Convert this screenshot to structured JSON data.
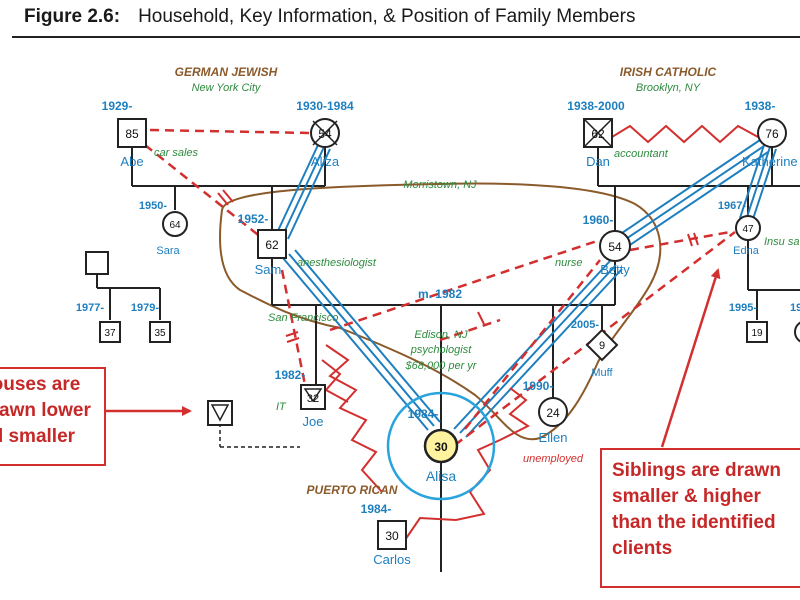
{
  "figure": {
    "number": "Figure 2.6:",
    "title": "Household, Key Information, & Position of Family Members"
  },
  "origins": {
    "german_jewish": "GERMAN JEWISH",
    "new_york_city": "New York City",
    "irish_catholic": "IRISH CATHOLIC",
    "brooklyn": "Brooklyn, NY",
    "puerto_rican": "PUERTO RICAN"
  },
  "people": {
    "abe": {
      "name": "Abe",
      "years": "1929-",
      "age": "85",
      "note": "car sales"
    },
    "aliza": {
      "name": "Aliza",
      "years": "1930-1984",
      "age": "54"
    },
    "dan": {
      "name": "Dan",
      "years": "1938-2000",
      "age": "62",
      "note": "accountant"
    },
    "katherine": {
      "name": "Katherine",
      "years": "1938-",
      "age": "76"
    },
    "sara": {
      "name": "Sara",
      "years": "1950-",
      "age": "64"
    },
    "sam": {
      "name": "Sam",
      "years": "1952-",
      "age": "62",
      "note": "anesthesiologist",
      "place": "San Francisco"
    },
    "betty": {
      "name": "Betty",
      "years": "1960-",
      "age": "54",
      "note": "nurse"
    },
    "edna": {
      "name": "Edna",
      "years": "1967-",
      "age": "47",
      "note": "Insu sa"
    },
    "child1977": {
      "years": "1977-",
      "age": "37"
    },
    "child1979": {
      "years": "1979-",
      "age": "35"
    },
    "joe": {
      "name": "Joe",
      "years": "1982-",
      "age": "32",
      "note": "IT"
    },
    "alisa": {
      "name": "Alisa",
      "years": "1984-",
      "age": "30",
      "note1": "Edison, NJ",
      "note2": "psychologist",
      "note3": "$68,000 per yr"
    },
    "ellen": {
      "name": "Ellen",
      "years": "1990-",
      "age": "24",
      "note": "unemployed"
    },
    "muff": {
      "name": "Muff",
      "years": "2005-",
      "age": "9"
    },
    "carlos": {
      "name": "Carlos",
      "years": "1984-",
      "age": "30"
    },
    "edna_child1": {
      "years": "1995-",
      "age": "19"
    },
    "edna_child2": {
      "years": "199"
    }
  },
  "places": {
    "morristown": "Morristown, NJ"
  },
  "marriage": "m. 1982",
  "callouts": {
    "spouses": [
      "pouses are",
      "drawn lower",
      "nd smaller"
    ],
    "siblings": [
      "Siblings are drawn",
      "smaller & higher",
      "than the identified",
      "clients"
    ]
  },
  "colors": {
    "blue": "#1e7fbf",
    "red": "#d32f2f",
    "green": "#2e8b3e",
    "brown": "#8b5a2b",
    "alisa_fill": "#fff3a0"
  }
}
